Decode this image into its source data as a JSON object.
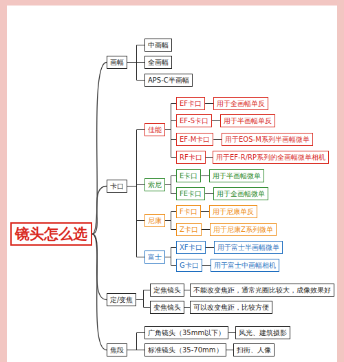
{
  "diagram": {
    "nodes": [
      {
        "text": [
          "镜头怎么选"
        ]
      },
      {
        "text": [
          "画幅"
        ]
      },
      {
        "text": [
          "中画幅"
        ]
      },
      {
        "text": [
          "全画幅"
        ]
      },
      {
        "text": [
          "APS-C半画幅"
        ]
      },
      {
        "text": [
          "卡口"
        ]
      },
      {
        "text": [
          "佳能"
        ]
      },
      {
        "text": [
          "EF卡口"
        ]
      },
      {
        "text": [
          "用于全画幅单反"
        ]
      },
      {
        "text": [
          "EF-S卡口"
        ]
      },
      {
        "text": [
          "用于半画幅单反"
        ]
      },
      {
        "text": [
          "EF-M卡口"
        ]
      },
      {
        "text": [
          "用于EOS-M系列半画幅微单"
        ]
      },
      {
        "text": [
          "RF卡口"
        ]
      },
      {
        "text": [
          "用于EF-R/RP系列的全画幅微单相机"
        ]
      },
      {
        "text": [
          "索尼"
        ]
      },
      {
        "text": [
          "E卡口"
        ]
      },
      {
        "text": [
          "用于半画幅微单"
        ]
      },
      {
        "text": [
          "FE卡口"
        ]
      },
      {
        "text": [
          "用于全画幅微单"
        ]
      },
      {
        "text": [
          "尼康"
        ]
      },
      {
        "text": [
          "F卡口"
        ]
      },
      {
        "text": [
          "用于尼康单反"
        ]
      },
      {
        "text": [
          "Z卡口"
        ]
      },
      {
        "text": [
          "用于尼康Z系列微单"
        ]
      },
      {
        "text": [
          "富士"
        ]
      },
      {
        "text": [
          "XF卡口"
        ]
      },
      {
        "text": [
          "用于富士半画幅微单"
        ]
      },
      {
        "text": [
          "G卡口"
        ]
      },
      {
        "text": [
          "用于富士中画幅相机"
        ]
      },
      {
        "text": [
          "定/变焦"
        ]
      },
      {
        "text": [
          "定焦镜头"
        ]
      },
      {
        "text": [
          "不能改变焦距，通常光圈比较大，成像效果好"
        ]
      },
      {
        "text": [
          "变焦镜头"
        ]
      },
      {
        "text": [
          "可以改变焦距，比较方便"
        ]
      },
      {
        "text": [
          "焦段"
        ]
      },
      {
        "text": [
          "广角镜头（35mm以下）"
        ]
      },
      {
        "text": [
          "风光、建筑摄影"
        ]
      },
      {
        "text": [
          "标准镜头（35-70mm）"
        ]
      },
      {
        "text": [
          "扫街、人像"
        ]
      }
    ],
    "edges": [
      {
        "from": 0,
        "to": 1,
        "arrow": "none"
      },
      {
        "from": 0,
        "to": 5,
        "arrow": "none"
      },
      {
        "from": 0,
        "to": 30,
        "arrow": "none"
      },
      {
        "from": 0,
        "to": 35,
        "arrow": "none"
      },
      {
        "from": 1,
        "to": 2,
        "arrow": "none"
      },
      {
        "from": 1,
        "to": 3,
        "arrow": "none"
      },
      {
        "from": 1,
        "to": 4,
        "arrow": "none"
      },
      {
        "from": 5,
        "to": 6,
        "arrow": "none"
      },
      {
        "from": 5,
        "to": 15,
        "arrow": "none"
      },
      {
        "from": 5,
        "to": 20,
        "arrow": "none"
      },
      {
        "from": 5,
        "to": 25,
        "arrow": "none"
      },
      {
        "from": 6,
        "to": 7,
        "arrow": "none"
      },
      {
        "from": 6,
        "to": 9,
        "arrow": "none"
      },
      {
        "from": 6,
        "to": 11,
        "arrow": "none"
      },
      {
        "from": 6,
        "to": 13,
        "arrow": "none"
      },
      {
        "from": 7,
        "to": 8,
        "arrow": "none"
      },
      {
        "from": 9,
        "to": 10,
        "arrow": "none"
      },
      {
        "from": 11,
        "to": 12,
        "arrow": "none"
      },
      {
        "from": 13,
        "to": 14,
        "arrow": "none"
      },
      {
        "from": 15,
        "to": 16,
        "arrow": "none"
      },
      {
        "from": 15,
        "to": 18,
        "arrow": "none"
      },
      {
        "from": 16,
        "to": 17,
        "arrow": "none"
      },
      {
        "from": 18,
        "to": 19,
        "arrow": "none"
      },
      {
        "from": 20,
        "to": 21,
        "arrow": "none"
      },
      {
        "from": 20,
        "to": 23,
        "arrow": "none"
      },
      {
        "from": 21,
        "to": 22,
        "arrow": "none"
      },
      {
        "from": 23,
        "to": 24,
        "arrow": "none"
      },
      {
        "from": 25,
        "to": 26,
        "arrow": "none"
      },
      {
        "from": 25,
        "to": 28,
        "arrow": "none"
      },
      {
        "from": 26,
        "to": 27,
        "arrow": "none"
      },
      {
        "from": 28,
        "to": 29,
        "arrow": "none"
      },
      {
        "from": 30,
        "to": 31,
        "arrow": "none"
      },
      {
        "from": 30,
        "to": 33,
        "arrow": "none"
      },
      {
        "from": 31,
        "to": 32,
        "arrow": "none"
      },
      {
        "from": 33,
        "to": 34,
        "arrow": "none"
      },
      {
        "from": 35,
        "to": 36,
        "arrow": "none"
      },
      {
        "from": 35,
        "to": 38,
        "arrow": "none"
      },
      {
        "from": 36,
        "to": 37,
        "arrow": "none"
      },
      {
        "from": 38,
        "to": 39,
        "arrow": "none"
      }
    ]
  }
}
